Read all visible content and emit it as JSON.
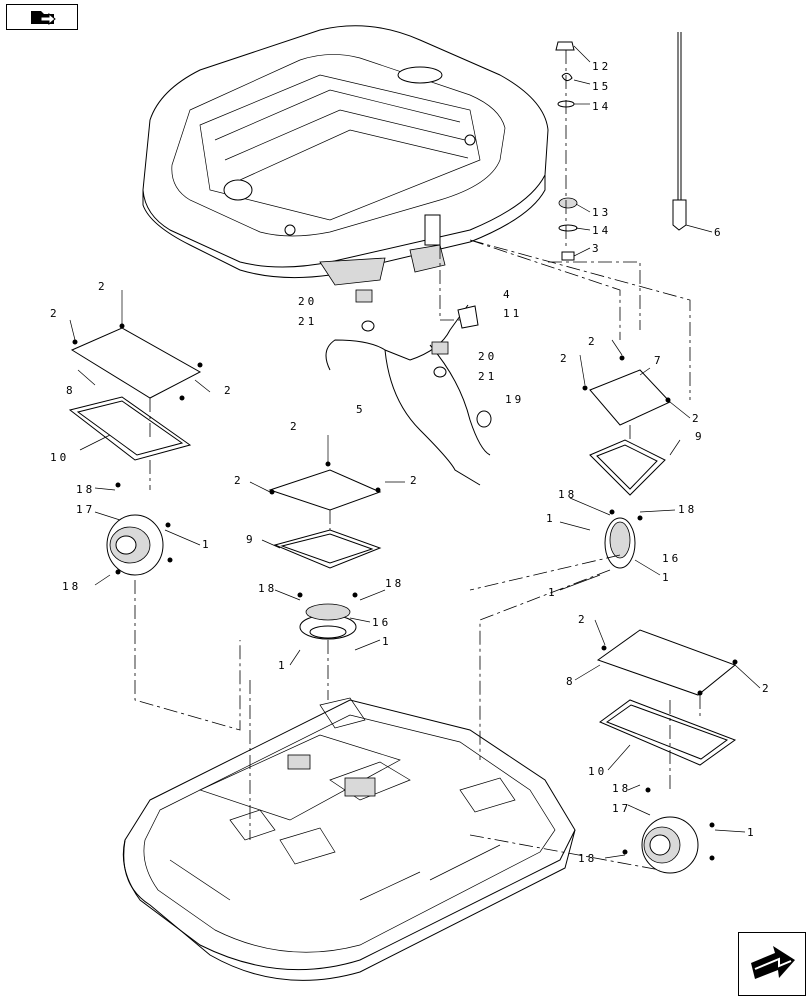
{
  "callouts": [
    {
      "id": "c12",
      "text": "12"
    },
    {
      "id": "c15",
      "text": "15"
    },
    {
      "id": "c14a",
      "text": "14"
    },
    {
      "id": "c13",
      "text": "13"
    },
    {
      "id": "c14b",
      "text": "14"
    },
    {
      "id": "c3",
      "text": "3"
    },
    {
      "id": "c6",
      "text": "6"
    },
    {
      "id": "c4",
      "text": "4"
    },
    {
      "id": "c11",
      "text": "11"
    },
    {
      "id": "c20a",
      "text": "20"
    },
    {
      "id": "c21a",
      "text": "21"
    },
    {
      "id": "c20b",
      "text": "20"
    },
    {
      "id": "c21b",
      "text": "21"
    },
    {
      "id": "c5",
      "text": "5"
    },
    {
      "id": "c19",
      "text": "19"
    },
    {
      "id": "c2a",
      "text": "2"
    },
    {
      "id": "c2b",
      "text": "2"
    },
    {
      "id": "c8a",
      "text": "8"
    },
    {
      "id": "c2c",
      "text": "2"
    },
    {
      "id": "c10a",
      "text": "10"
    },
    {
      "id": "c18a",
      "text": "18"
    },
    {
      "id": "c17a",
      "text": "17"
    },
    {
      "id": "c1a",
      "text": "1"
    },
    {
      "id": "c18b",
      "text": "18"
    },
    {
      "id": "c2d",
      "text": "2"
    },
    {
      "id": "c2e",
      "text": "2"
    },
    {
      "id": "c2f",
      "text": "2"
    },
    {
      "id": "c9a",
      "text": "9"
    },
    {
      "id": "c18c",
      "text": "18"
    },
    {
      "id": "c18d",
      "text": "18"
    },
    {
      "id": "c16a",
      "text": "16"
    },
    {
      "id": "c1b",
      "text": "1"
    },
    {
      "id": "c1c",
      "text": "1"
    },
    {
      "id": "c2g",
      "text": "2"
    },
    {
      "id": "c2h",
      "text": "2"
    },
    {
      "id": "c7",
      "text": "7"
    },
    {
      "id": "c2i",
      "text": "2"
    },
    {
      "id": "c9b",
      "text": "9"
    },
    {
      "id": "c18e",
      "text": "18"
    },
    {
      "id": "c1d",
      "text": "1"
    },
    {
      "id": "c18f",
      "text": "18"
    },
    {
      "id": "c16b",
      "text": "16"
    },
    {
      "id": "c1e",
      "text": "1"
    },
    {
      "id": "c1f",
      "text": "1"
    },
    {
      "id": "c2j",
      "text": "2"
    },
    {
      "id": "c8b",
      "text": "8"
    },
    {
      "id": "c2k",
      "text": "2"
    },
    {
      "id": "c10b",
      "text": "10"
    },
    {
      "id": "c18g",
      "text": "18"
    },
    {
      "id": "c17b",
      "text": "17"
    },
    {
      "id": "c1g",
      "text": "1"
    },
    {
      "id": "c18h",
      "text": "18"
    }
  ],
  "icons": {
    "top_left": "folder-arrow-icon",
    "bottom_right": "next-page-arrow-icon"
  },
  "colors": {
    "ink": "#000000",
    "paper": "#ffffff",
    "shade": "#d9d9d9"
  }
}
